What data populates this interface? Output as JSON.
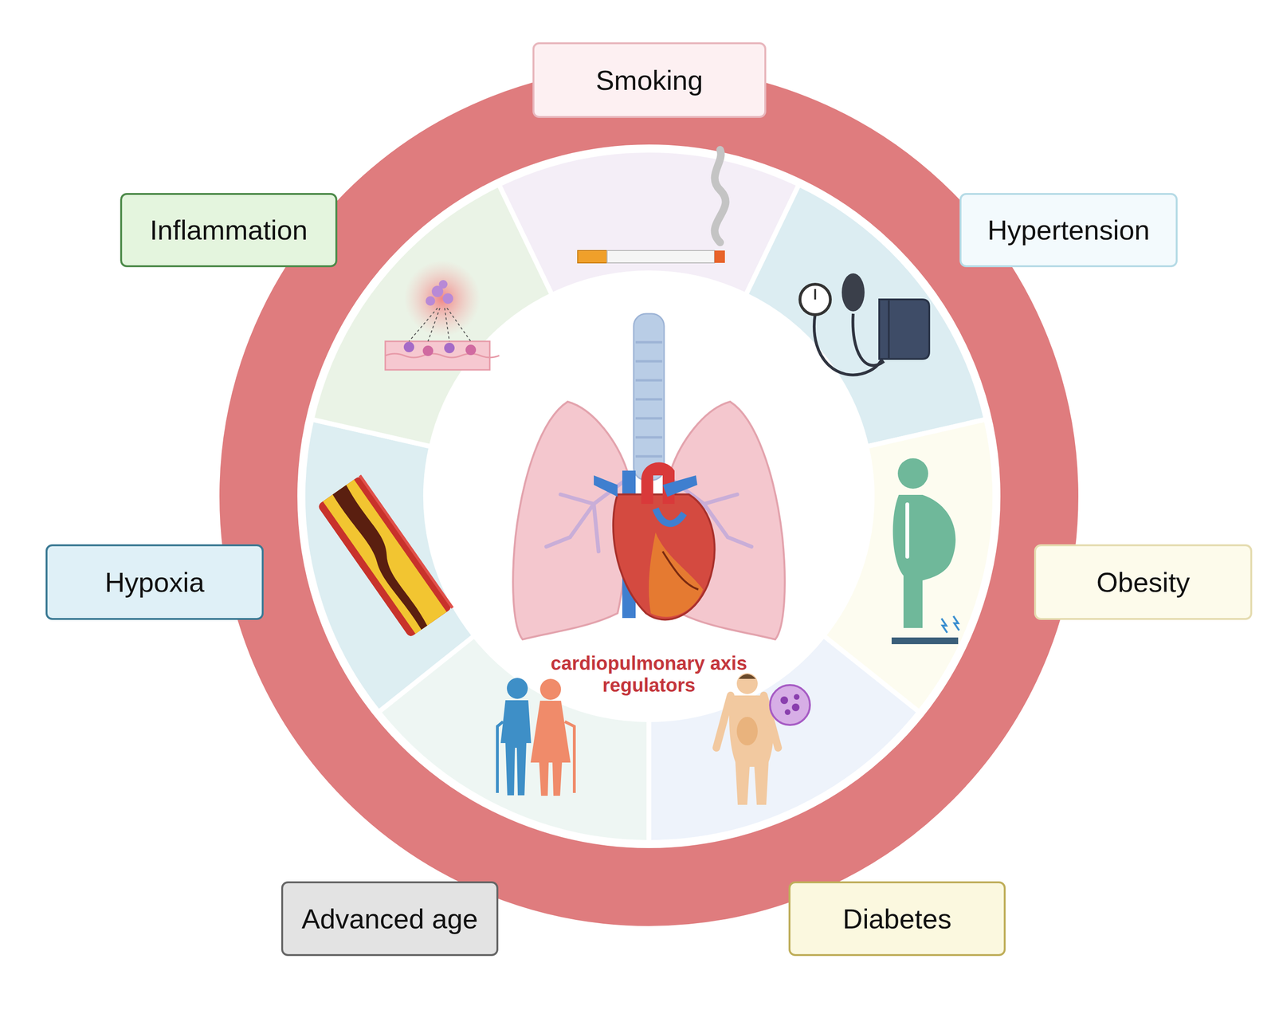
{
  "diagram": {
    "nodes": [
      {
        "text": [
          "Smoking"
        ]
      },
      {
        "text": [
          "Hypertension"
        ]
      },
      {
        "text": [
          "Obesity"
        ]
      },
      {
        "text": [
          "Diabetes"
        ]
      },
      {
        "text": [
          "Advanced age"
        ]
      },
      {
        "text": [
          "Hypoxia"
        ]
      },
      {
        "text": [
          "Inflammation"
        ]
      }
    ],
    "labels": [
      "cardiopulmonary axis regulators"
    ]
  }
}
